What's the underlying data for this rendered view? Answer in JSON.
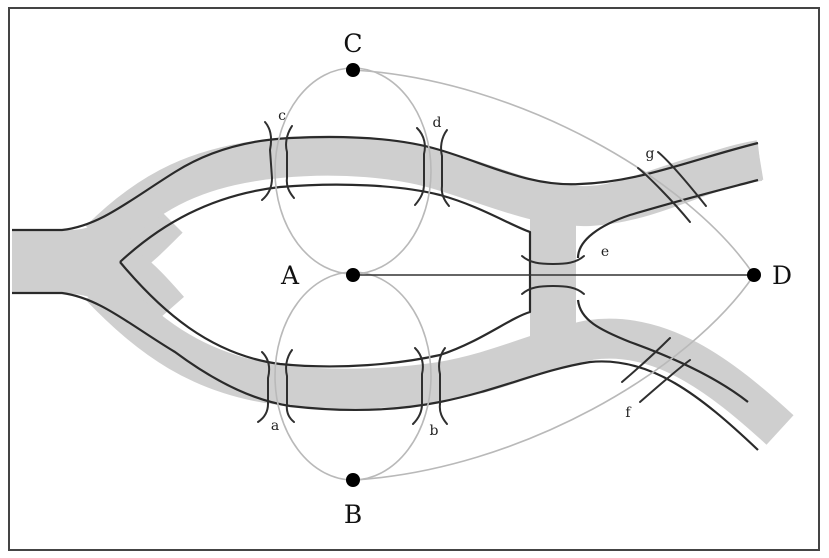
{
  "figure": {
    "nodes": [
      {
        "id": "A",
        "label": "A"
      },
      {
        "id": "B",
        "label": "B"
      },
      {
        "id": "C",
        "label": "C"
      },
      {
        "id": "D",
        "label": "D"
      }
    ],
    "bridges": [
      {
        "id": "a",
        "label": "a",
        "connects": [
          "A",
          "B"
        ]
      },
      {
        "id": "b",
        "label": "b",
        "connects": [
          "A",
          "B"
        ]
      },
      {
        "id": "c",
        "label": "c",
        "connects": [
          "A",
          "C"
        ]
      },
      {
        "id": "d",
        "label": "d",
        "connects": [
          "A",
          "C"
        ]
      },
      {
        "id": "e",
        "label": "e",
        "connects": [
          "A",
          "D"
        ]
      },
      {
        "id": "f",
        "label": "f",
        "connects": [
          "B",
          "D"
        ]
      },
      {
        "id": "g",
        "label": "g",
        "connects": [
          "C",
          "D"
        ]
      }
    ],
    "colors": {
      "river": "#cfcfcf",
      "river_edge": "#2a2a2a",
      "graph_edge": "#b9b9b9",
      "vertex": "#000000",
      "frame": "#444444"
    }
  }
}
